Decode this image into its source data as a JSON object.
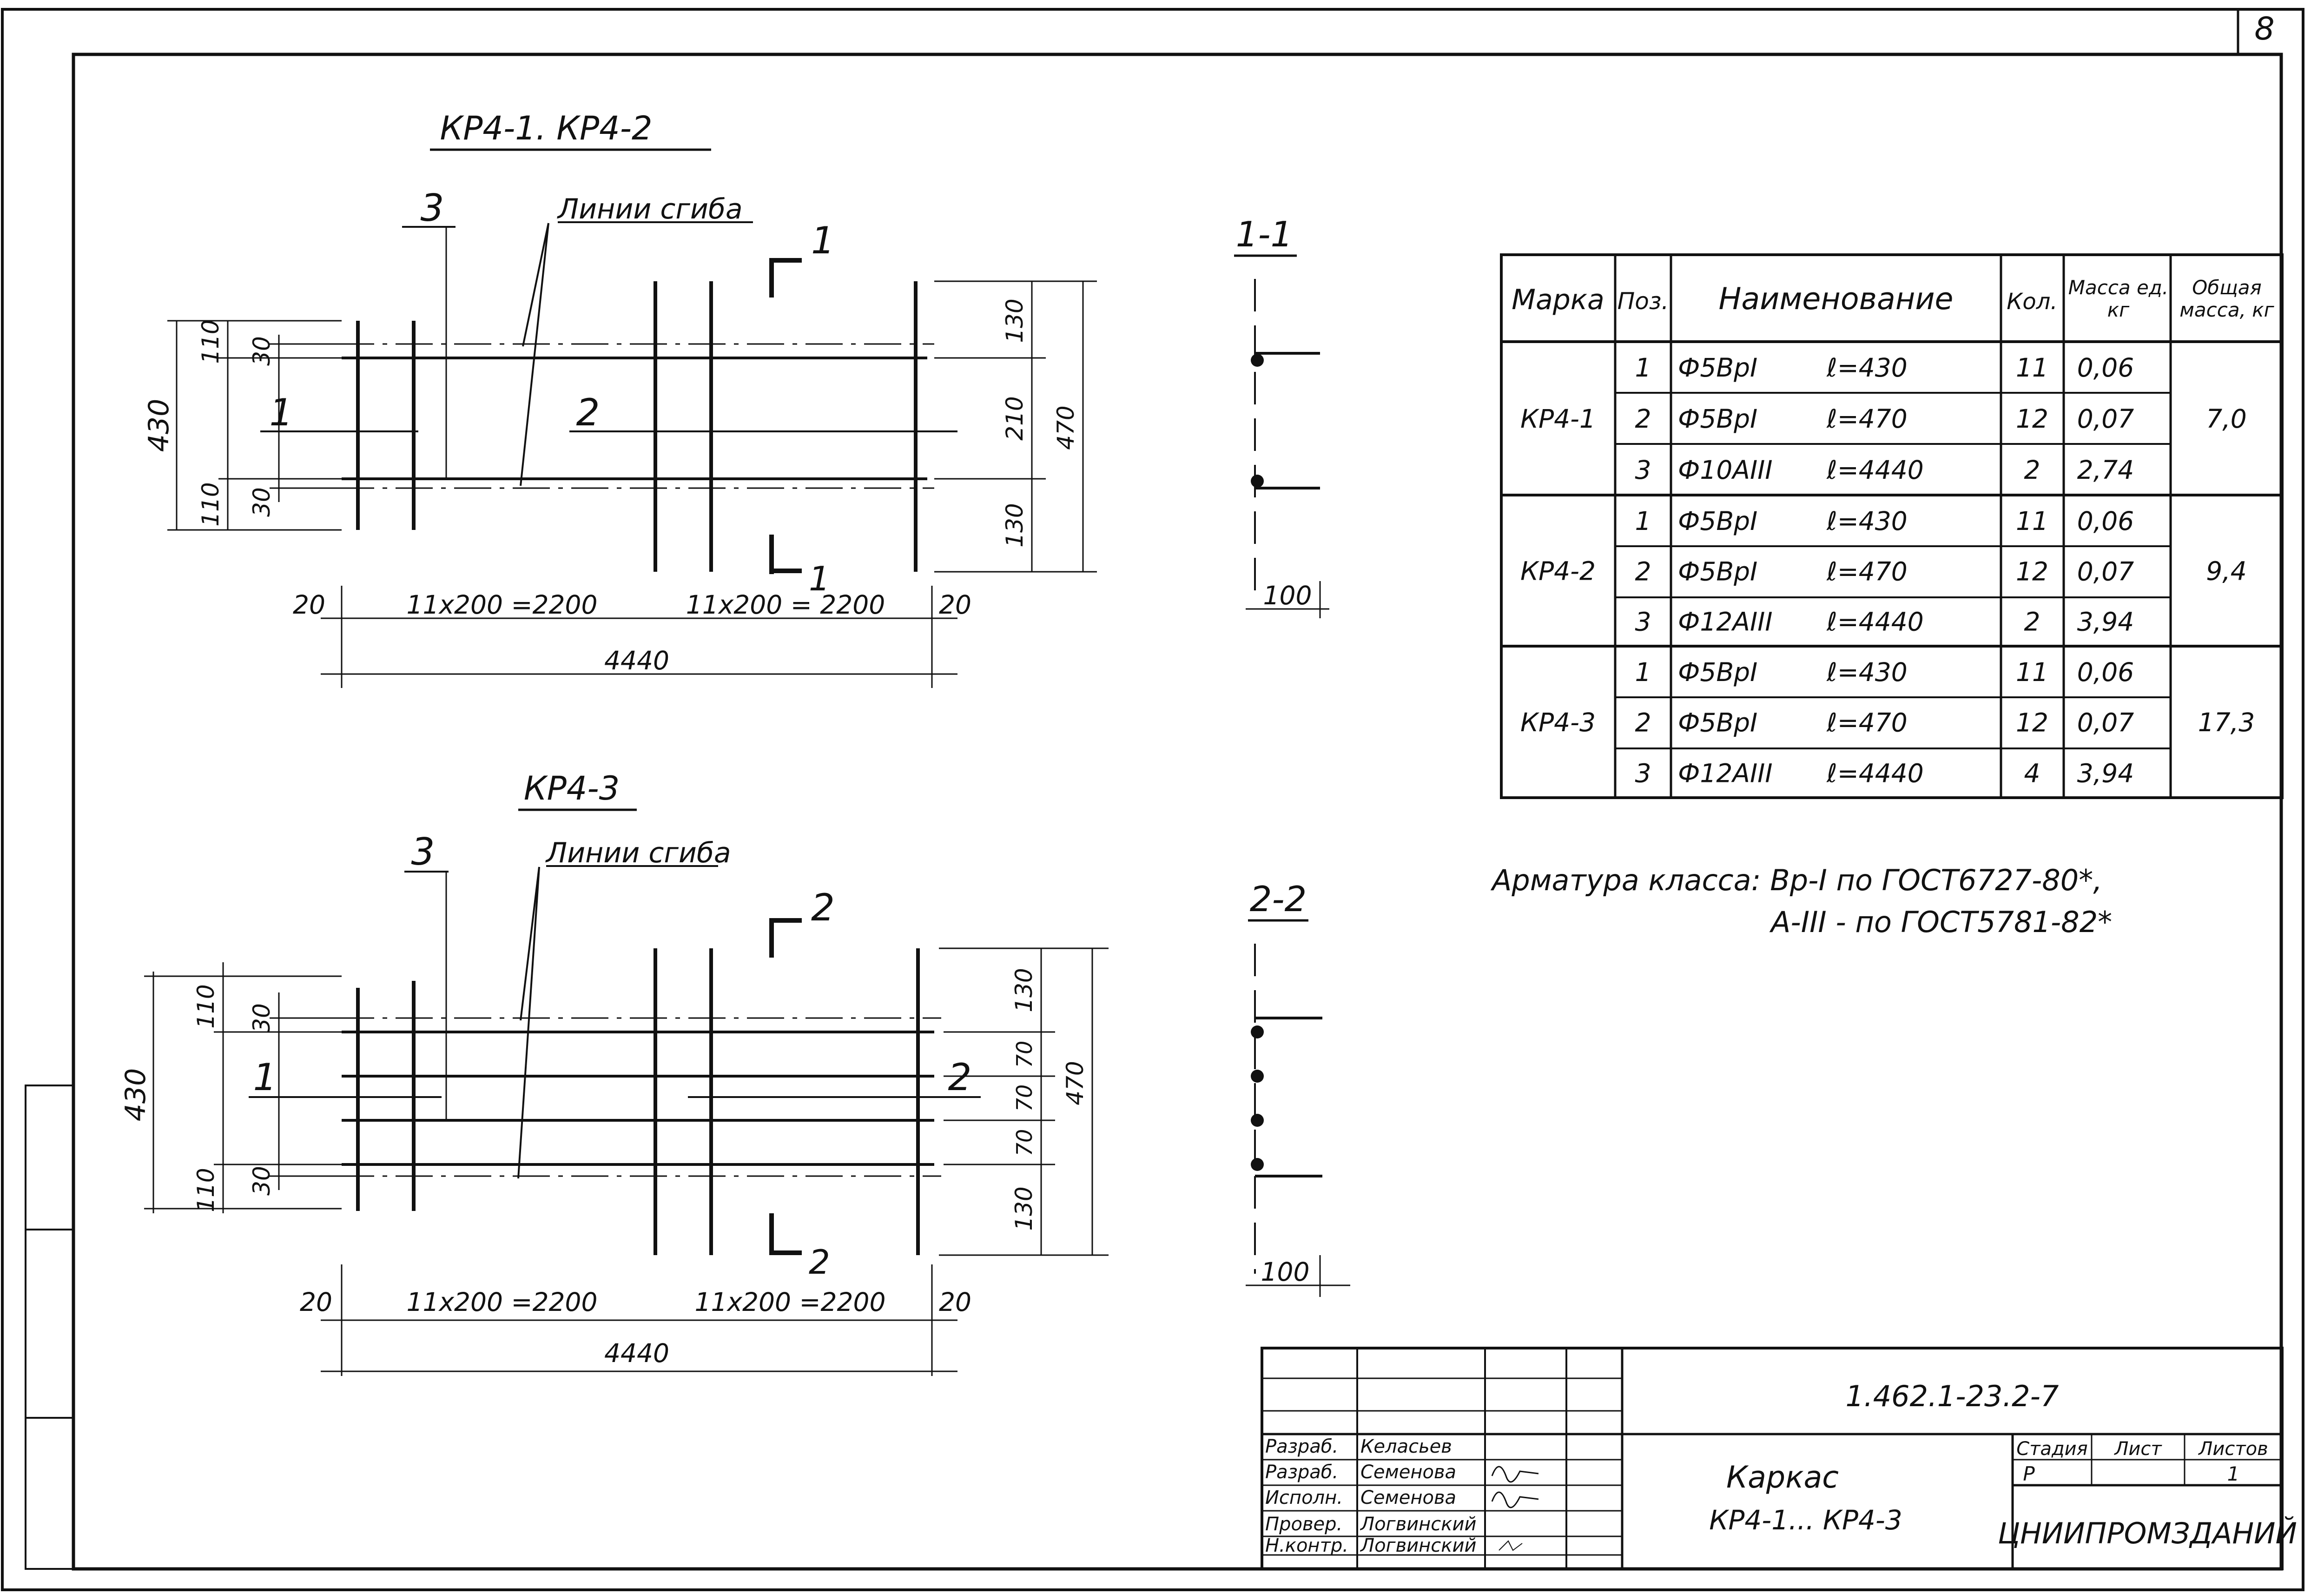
{
  "sheet_number": "8",
  "views": {
    "top": {
      "title": "КР4-1. КР4-2",
      "pos_label_1": "1",
      "pos_label_2": "2",
      "pos_label_3": "3",
      "bend_lines": "Линии сгиба",
      "section_mark": "1",
      "dim_left_total": "430",
      "dim_left_edge_top": "110",
      "dim_left_inner_top": "30",
      "dim_left_edge_bottom": "110",
      "dim_left_inner_bottom": "30",
      "dim_right_top": "130",
      "dim_right_mid": "210",
      "dim_right_bottom": "130",
      "dim_right_total": "470",
      "dim_bottom_left_end": "20",
      "dim_bottom_first": "11x200 =2200",
      "dim_bottom_second": "11x200 = 2200",
      "dim_bottom_right_end": "20",
      "dim_bottom_total": "4440"
    },
    "bottom": {
      "title": "КР4-3",
      "pos_label_1": "1",
      "pos_label_2": "2",
      "pos_label_3": "3",
      "bend_lines": "Линии сгиба",
      "section_mark": "2",
      "dim_left_total": "430",
      "dim_left_edge_top": "110",
      "dim_left_inner_top": "30",
      "dim_left_edge_bottom": "110",
      "dim_left_inner_bottom": "30",
      "dim_right_top": "130",
      "dim_right_70a": "70",
      "dim_right_70b": "70",
      "dim_right_70c": "70",
      "dim_right_bottom": "130",
      "dim_right_total": "470",
      "dim_bottom_left_end": "20",
      "dim_bottom_first": "11x200 =2200",
      "dim_bottom_second": "11x200 =2200",
      "dim_bottom_right_end": "20",
      "dim_bottom_total": "4440"
    },
    "section_1": {
      "title": "1-1",
      "width": "100"
    },
    "section_2": {
      "title": "2-2",
      "width": "100"
    }
  },
  "spec_table": {
    "headers": [
      "Марка",
      "Поз.",
      "Наименование",
      "Кол.",
      "Масса ед. кг",
      "Общая масса, кг"
    ],
    "groups": [
      {
        "mark": "КР4-1",
        "total": "7,0",
        "rows": [
          {
            "pos": "1",
            "name": "Ф5ВрI",
            "len": "ℓ=430",
            "qty": "11",
            "mass": "0,06"
          },
          {
            "pos": "2",
            "name": "Ф5ВрI",
            "len": "ℓ=470",
            "qty": "12",
            "mass": "0,07"
          },
          {
            "pos": "3",
            "name": "Ф10АIII",
            "len": "ℓ=4440",
            "qty": "2",
            "mass": "2,74"
          }
        ]
      },
      {
        "mark": "КР4-2",
        "total": "9,4",
        "rows": [
          {
            "pos": "1",
            "name": "Ф5ВрI",
            "len": "ℓ=430",
            "qty": "11",
            "mass": "0,06"
          },
          {
            "pos": "2",
            "name": "Ф5ВрI",
            "len": "ℓ=470",
            "qty": "12",
            "mass": "0,07"
          },
          {
            "pos": "3",
            "name": "Ф12АIII",
            "len": "ℓ=4440",
            "qty": "2",
            "mass": "3,94"
          }
        ]
      },
      {
        "mark": "КР4-3",
        "total": "17,3",
        "rows": [
          {
            "pos": "1",
            "name": "Ф5ВрI",
            "len": "ℓ=430",
            "qty": "11",
            "mass": "0,06"
          },
          {
            "pos": "2",
            "name": "Ф5ВрI",
            "len": "ℓ=470",
            "qty": "12",
            "mass": "0,07"
          },
          {
            "pos": "3",
            "name": "Ф12АIII",
            "len": "ℓ=4440",
            "qty": "4",
            "mass": "3,94"
          }
        ]
      }
    ]
  },
  "note": {
    "line1": "Арматура класса: Вр-I по ГОСТ6727-80*,",
    "line2": "А-III - по ГОСТ5781-82*"
  },
  "title_block": {
    "doc_code": "1.462.1-23.2-7",
    "title_line1": "Каркас",
    "title_line2": "КР4-1... КР4-3",
    "stage_header": "Стадия",
    "sheet_header": "Лист",
    "sheets_header": "Листов",
    "stage": "Р",
    "sheet": "",
    "sheets": "1",
    "organization": "ЦНИИПРОМЗДАНИЙ",
    "staff": [
      {
        "role": "Разраб.",
        "name": "Келасьев"
      },
      {
        "role": "Разраб.",
        "name": "Семенова"
      },
      {
        "role": "Исполн.",
        "name": "Семенова"
      },
      {
        "role": "Провер.",
        "name": "Логвинский"
      },
      {
        "role": "Н.контр.",
        "name": "Логвинский"
      }
    ]
  }
}
